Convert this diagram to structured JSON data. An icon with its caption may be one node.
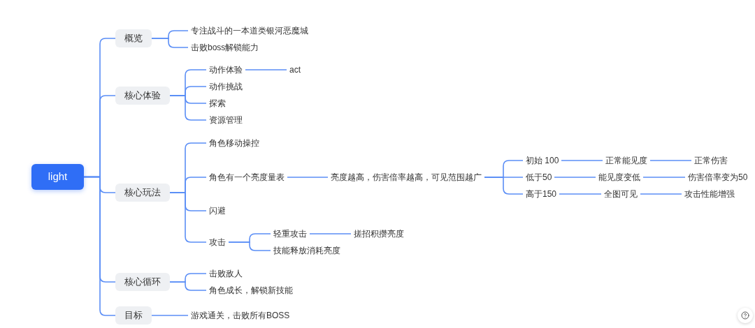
{
  "diagram": {
    "nodes": [
      {
        "text": [
          "light"
        ]
      },
      {
        "text": [
          "概览"
        ]
      },
      {
        "text": [
          "专注战斗的一本道类银河恶魔城"
        ]
      },
      {
        "text": [
          "击败boss解锁能力"
        ]
      },
      {
        "text": [
          "核心体验"
        ]
      },
      {
        "text": [
          "动作体验"
        ]
      },
      {
        "text": [
          "act"
        ]
      },
      {
        "text": [
          "动作挑战"
        ]
      },
      {
        "text": [
          "探索"
        ]
      },
      {
        "text": [
          "资源管理"
        ]
      },
      {
        "text": [
          "核心玩法"
        ]
      },
      {
        "text": [
          "角色移动操控"
        ]
      },
      {
        "text": [
          "角色有一个亮度量表"
        ]
      },
      {
        "text": [
          "亮度越高，伤害倍率越高，可见范围越广"
        ]
      },
      {
        "text": [
          "初始 100"
        ]
      },
      {
        "text": [
          "正常能见度"
        ]
      },
      {
        "text": [
          "正常伤害"
        ]
      },
      {
        "text": [
          "低于50"
        ]
      },
      {
        "text": [
          "能见度变低"
        ]
      },
      {
        "text": [
          "伤害倍率变为50"
        ]
      },
      {
        "text": [
          "高于150"
        ]
      },
      {
        "text": [
          "全图可见"
        ]
      },
      {
        "text": [
          "攻击性能增强"
        ]
      },
      {
        "text": [
          "闪避"
        ]
      },
      {
        "text": [
          "攻击"
        ]
      },
      {
        "text": [
          "轻重攻击"
        ]
      },
      {
        "text": [
          "搓招积攒亮度"
        ]
      },
      {
        "text": [
          "技能释放消耗亮度"
        ]
      },
      {
        "text": [
          "核心循环"
        ]
      },
      {
        "text": [
          "击败敌人"
        ]
      },
      {
        "text": [
          "角色成长，解锁新技能"
        ]
      },
      {
        "text": [
          "目标"
        ]
      },
      {
        "text": [
          "游戏通关，击败所有BOSS"
        ]
      }
    ],
    "edges": [
      {
        "from": 0,
        "to": 1,
        "arrow": "none"
      },
      {
        "from": 0,
        "to": 4,
        "arrow": "none"
      },
      {
        "from": 0,
        "to": 10,
        "arrow": "none"
      },
      {
        "from": 0,
        "to": 28,
        "arrow": "none"
      },
      {
        "from": 0,
        "to": 31,
        "arrow": "none"
      },
      {
        "from": 1,
        "to": 2,
        "arrow": "none"
      },
      {
        "from": 1,
        "to": 3,
        "arrow": "none"
      },
      {
        "from": 4,
        "to": 5,
        "arrow": "none"
      },
      {
        "from": 5,
        "to": 6,
        "arrow": "none"
      },
      {
        "from": 4,
        "to": 7,
        "arrow": "none"
      },
      {
        "from": 4,
        "to": 8,
        "arrow": "none"
      },
      {
        "from": 4,
        "to": 9,
        "arrow": "none"
      },
      {
        "from": 10,
        "to": 11,
        "arrow": "none"
      },
      {
        "from": 10,
        "to": 12,
        "arrow": "none"
      },
      {
        "from": 12,
        "to": 13,
        "arrow": "none"
      },
      {
        "from": 13,
        "to": 14,
        "arrow": "none"
      },
      {
        "from": 14,
        "to": 15,
        "arrow": "none"
      },
      {
        "from": 15,
        "to": 16,
        "arrow": "none"
      },
      {
        "from": 13,
        "to": 17,
        "arrow": "none"
      },
      {
        "from": 17,
        "to": 18,
        "arrow": "none"
      },
      {
        "from": 18,
        "to": 19,
        "arrow": "none"
      },
      {
        "from": 13,
        "to": 20,
        "arrow": "none"
      },
      {
        "from": 20,
        "to": 21,
        "arrow": "none"
      },
      {
        "from": 21,
        "to": 22,
        "arrow": "none"
      },
      {
        "from": 10,
        "to": 23,
        "arrow": "none"
      },
      {
        "from": 10,
        "to": 24,
        "arrow": "none"
      },
      {
        "from": 24,
        "to": 25,
        "arrow": "none"
      },
      {
        "from": 25,
        "to": 26,
        "arrow": "none"
      },
      {
        "from": 24,
        "to": 27,
        "arrow": "none"
      },
      {
        "from": 28,
        "to": 29,
        "arrow": "none"
      },
      {
        "from": 28,
        "to": 30,
        "arrow": "none"
      },
      {
        "from": 31,
        "to": 32,
        "arrow": "none"
      }
    ]
  }
}
